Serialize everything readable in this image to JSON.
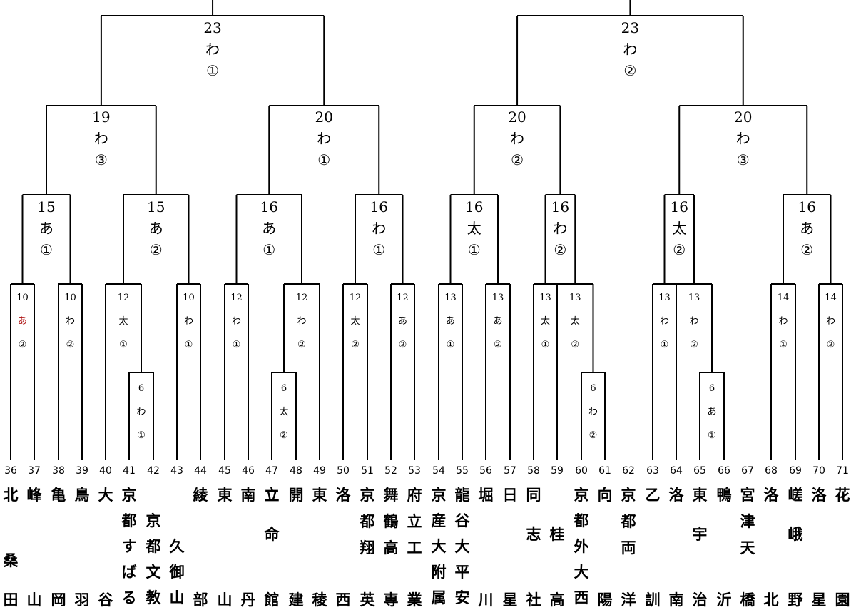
{
  "team_numbers": [
    "36",
    "37",
    "38",
    "39",
    "40",
    "41",
    "42",
    "43",
    "44",
    "45",
    "46",
    "47",
    "48",
    "49",
    "50",
    "51",
    "52",
    "53",
    "54",
    "55",
    "56",
    "57",
    "58",
    "59",
    "60",
    "61",
    "62",
    "63",
    "64",
    "65",
    "66",
    "67",
    "68",
    "69",
    "70",
    "71"
  ],
  "schools": [
    [
      "北",
      "",
      "",
      "",
      "",
      "桑",
      "",
      "",
      "田"
    ],
    [
      "峰",
      "",
      "",
      "",
      "",
      "",
      "",
      "",
      "山"
    ],
    [
      "亀",
      "",
      "",
      "",
      "",
      "",
      "",
      "",
      "岡"
    ],
    [
      "鳥",
      "",
      "",
      "",
      "",
      "",
      "",
      "",
      "羽"
    ],
    [
      "大",
      "",
      "",
      "",
      "",
      "",
      "",
      "",
      "谷"
    ],
    [
      "京",
      "都",
      "す",
      "ば",
      "る"
    ],
    [
      "",
      "京",
      "都",
      "文",
      "教"
    ],
    [
      "",
      "",
      "久",
      "御",
      "山"
    ],
    [
      "綾",
      "",
      "",
      "",
      "",
      "",
      "",
      "",
      "部"
    ],
    [
      "東",
      "",
      "",
      "",
      "",
      "",
      "",
      "",
      "山"
    ],
    [
      "南",
      "",
      "",
      "",
      "",
      "",
      "",
      "",
      "丹"
    ],
    [
      "立",
      "",
      "",
      "命",
      "",
      "",
      "",
      "",
      "館"
    ],
    [
      "開",
      "",
      "",
      "",
      "",
      "",
      "",
      "",
      "建"
    ],
    [
      "東",
      "",
      "",
      "",
      "",
      "",
      "",
      "",
      "稜"
    ],
    [
      "洛",
      "",
      "",
      "",
      "",
      "",
      "",
      "",
      "西"
    ],
    [
      "京",
      "",
      "都",
      "",
      "翔",
      "",
      "",
      "",
      "英"
    ],
    [
      "舞",
      "",
      "鶴",
      "",
      "高",
      "",
      "",
      "",
      "専"
    ],
    [
      "府",
      "",
      "立",
      "",
      "工",
      "",
      "",
      "",
      "業"
    ],
    [
      "京",
      "産",
      "大",
      "附",
      "属"
    ],
    [
      "龍",
      "谷",
      "大",
      "平",
      "安"
    ],
    [
      "堀",
      "",
      "",
      "",
      "",
      "",
      "",
      "",
      "川"
    ],
    [
      "日",
      "",
      "",
      "",
      "",
      "",
      "",
      "",
      "星"
    ],
    [
      "同",
      "",
      "",
      "志",
      "",
      "",
      "",
      "",
      "社"
    ],
    [
      "",
      "",
      "",
      "桂",
      "",
      "",
      "",
      "",
      "高"
    ],
    [
      "京",
      "都",
      "外",
      "大",
      "西"
    ],
    [
      "向",
      "",
      "",
      "",
      "",
      "",
      "",
      "",
      "陽"
    ],
    [
      "京",
      "",
      "都",
      "",
      "両",
      "",
      "",
      "",
      "洋"
    ],
    [
      "乙",
      "",
      "",
      "",
      "",
      "",
      "",
      "",
      "訓"
    ],
    [
      "洛",
      "",
      "",
      "",
      "",
      "",
      "",
      "",
      "南"
    ],
    [
      "東",
      "",
      "",
      "宇",
      "",
      "",
      "",
      "",
      "治"
    ],
    [
      "鴨",
      "",
      "",
      "",
      "",
      "",
      "",
      "",
      "沂"
    ],
    [
      "宮",
      "",
      "津",
      "",
      "天",
      "",
      "",
      "",
      "橋"
    ],
    [
      "洛",
      "",
      "",
      "",
      "",
      "",
      "",
      "",
      "北"
    ],
    [
      "嵯",
      "",
      "",
      "峨",
      "",
      "",
      "",
      "",
      "野"
    ],
    [
      "洛",
      "",
      "",
      "",
      "",
      "",
      "",
      "",
      "星"
    ],
    [
      "花",
      "",
      "",
      "",
      "",
      "",
      "",
      "",
      "園"
    ]
  ],
  "matches": {
    "final_left": {
      "time": "23",
      "court": "わ",
      "seq": "①"
    },
    "final_right": {
      "time": "23",
      "court": "わ",
      "seq": "②"
    },
    "qf1": {
      "time": "19",
      "court": "わ",
      "seq": "③"
    },
    "qf2": {
      "time": "20",
      "court": "わ",
      "seq": "①"
    },
    "qf3": {
      "time": "20",
      "court": "わ",
      "seq": "②"
    },
    "qf4": {
      "time": "20",
      "court": "わ",
      "seq": "③"
    },
    "r3_1": {
      "time": "15",
      "court": "あ",
      "seq": "①"
    },
    "r3_2": {
      "time": "15",
      "court": "あ",
      "seq": "②"
    },
    "r3_3": {
      "time": "16",
      "court": "あ",
      "seq": "①"
    },
    "r3_4": {
      "time": "16",
      "court": "わ",
      "seq": "①"
    },
    "r3_5": {
      "time": "16",
      "court": "太",
      "seq": "①"
    },
    "r3_6": {
      "time": "16",
      "court": "わ",
      "seq": "②"
    },
    "r3_7": {
      "time": "16",
      "court": "太",
      "seq": "②"
    },
    "r3_8": {
      "time": "16",
      "court": "あ",
      "seq": "②"
    },
    "r2_1": {
      "time": "10",
      "court": "あ",
      "seq": "②"
    },
    "r2_2": {
      "time": "10",
      "court": "わ",
      "seq": "②"
    },
    "r2_3": {
      "time": "12",
      "court": "太",
      "seq": "①"
    },
    "r2_4": {
      "time": "10",
      "court": "わ",
      "seq": "①"
    },
    "r2_5": {
      "time": "12",
      "court": "わ",
      "seq": "①"
    },
    "r2_6": {
      "time": "12",
      "court": "わ",
      "seq": "②"
    },
    "r2_7": {
      "time": "12",
      "court": "太",
      "seq": "②"
    },
    "r2_8": {
      "time": "12",
      "court": "あ",
      "seq": "②"
    },
    "r2_9": {
      "time": "13",
      "court": "あ",
      "seq": "①"
    },
    "r2_10": {
      "time": "13",
      "court": "あ",
      "seq": "②"
    },
    "r2_11": {
      "time": "13",
      "court": "太",
      "seq": "①"
    },
    "r2_12": {
      "time": "13",
      "court": "太",
      "seq": "②"
    },
    "r2_13": {
      "time": "13",
      "court": "わ",
      "seq": "①"
    },
    "r2_14": {
      "time": "13",
      "court": "わ",
      "seq": "②"
    },
    "r2_15": {
      "time": "14",
      "court": "わ",
      "seq": "①"
    },
    "r2_16": {
      "time": "14",
      "court": "わ",
      "seq": "②"
    },
    "r1_1": {
      "time": "6",
      "court": "わ",
      "seq": "①"
    },
    "r1_2": {
      "time": "6",
      "court": "太",
      "seq": "②"
    },
    "r1_3": {
      "time": "6",
      "court": "わ",
      "seq": "②"
    },
    "r1_4": {
      "time": "6",
      "court": "あ",
      "seq": "①"
    }
  },
  "colors": {
    "line": "#000000",
    "highlight": "#b01818"
  }
}
